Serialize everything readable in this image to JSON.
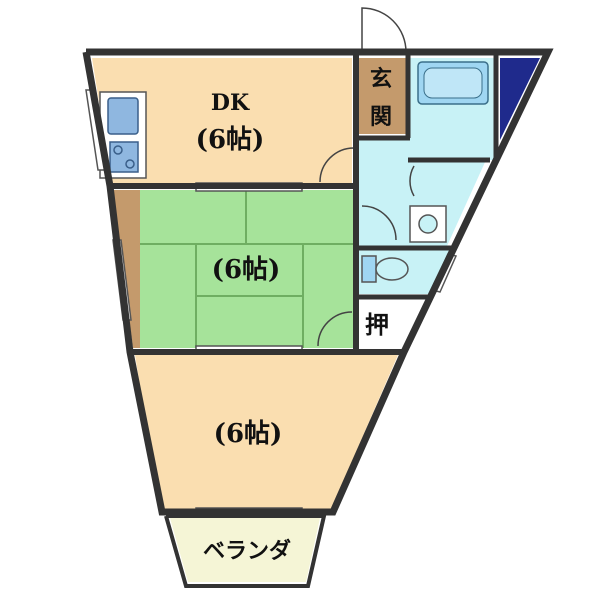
{
  "labels": {
    "dk_name": "DK",
    "dk_size": "(6帖)",
    "washitsu_size": "(6帖)",
    "room3_size": "(6帖)",
    "genkan_1": "玄",
    "genkan_2": "関",
    "oshiire": "押",
    "veranda": "ベランダ"
  },
  "colors": {
    "wall": "#333333",
    "dk_floor": "#fadeb0",
    "room3_floor": "#fadeb0",
    "tatami": "#a6e39a",
    "tatami_line": "#6fae62",
    "wet_area": "#c8f2f6",
    "genkan": "#c49a6c",
    "closet": "#c49a6c",
    "veranda": "#f5f5d6",
    "dark_panel": "#1f2a8c",
    "bath": "#9fd6f2",
    "appliance": "#8fb7e0"
  }
}
